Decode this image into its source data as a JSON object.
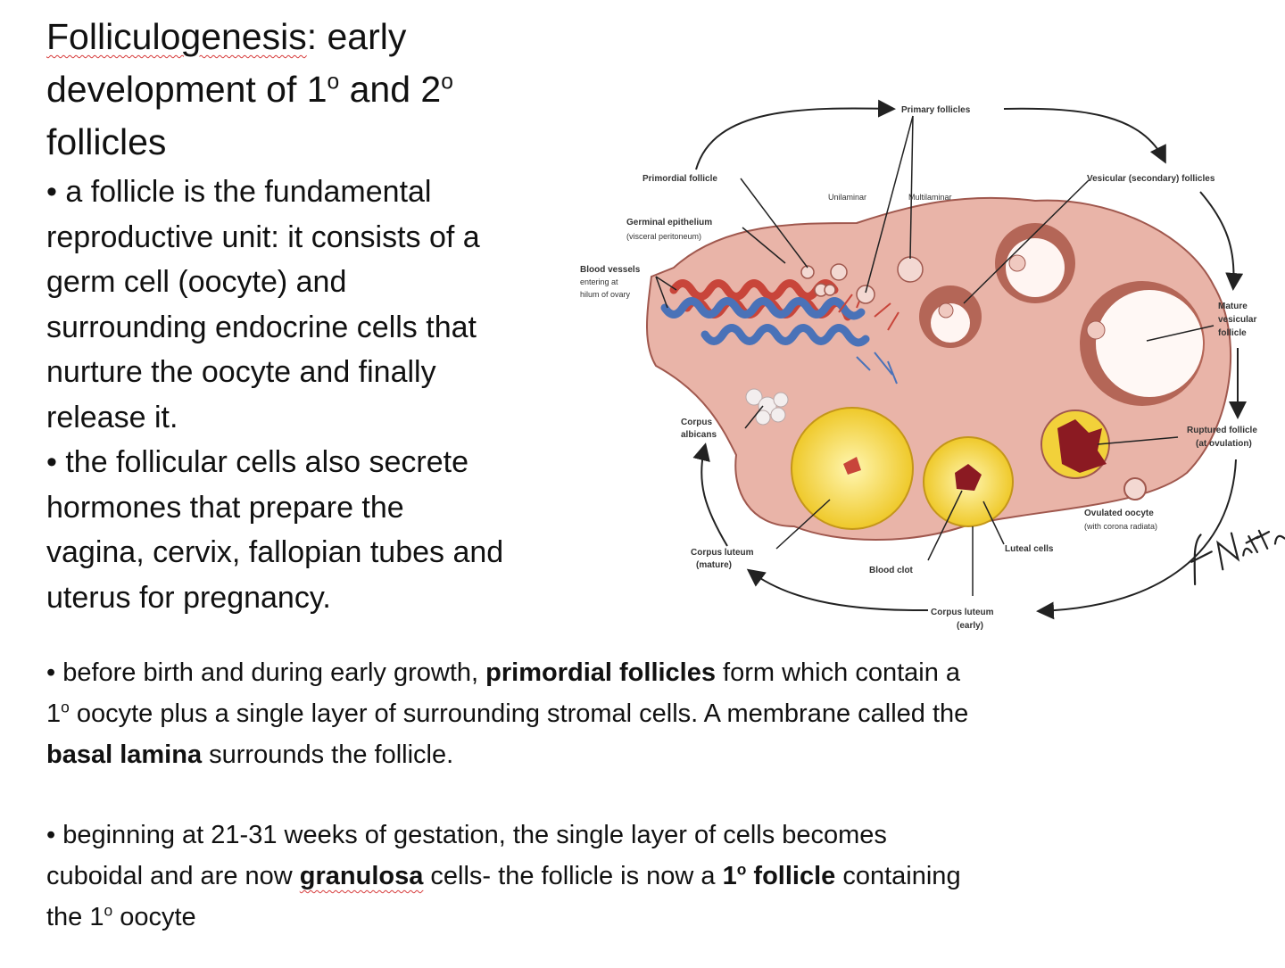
{
  "title": {
    "line1_word1": "Folliculogenesis",
    "line1_rest": ":  early",
    "line2_pre": "development of 1",
    "line2_mid": " and 2",
    "line3": "follicles",
    "degree": "o"
  },
  "left_bullets": {
    "b1": [
      "• a follicle is the fundamental",
      "reproductive unit: it consists of a",
      "germ cell (oocyte) and",
      "surrounding endocrine cells that",
      "nurture the oocyte and finally",
      "release it."
    ],
    "b2": [
      "• the follicular cells also secrete",
      "hormones that prepare the",
      "vagina, cervix, fallopian tubes and",
      "uterus for pregnancy."
    ]
  },
  "bottom_bullets": {
    "p1": {
      "l1_pre": "• before birth and during early growth, ",
      "l1_bold": "primordial follicles",
      "l1_post": " form which contain a",
      "l2_pre": "1",
      "l2_post": " oocyte plus a single layer of surrounding stromal cells. A membrane called the",
      "l3_bold": "basal lamina",
      "l3_post": " surrounds the follicle."
    },
    "p2": {
      "l1": "• beginning at 21-31 weeks of gestation, the single layer of cells becomes",
      "l2_pre": "cuboidal and are now ",
      "l2_bold": "granulosa",
      "l2_mid": " cells- the follicle is now a ",
      "l2_bold2": "1",
      "l2_bold2b": " follicle",
      "l2_post": " containing",
      "l3_pre": "the  1",
      "l3_post": " oocyte"
    }
  },
  "diagram": {
    "labels": {
      "primary_follicles": "Primary follicles",
      "primordial_follicle": "Primordial follicle",
      "unilaminar": "Unilaminar",
      "multilaminar": "Multilaminar",
      "vesicular_follicles": "Vesicular (secondary) follicles",
      "germinal_epithelium": "Germinal epithelium",
      "visceral_peritoneum": "(visceral peritoneum)",
      "blood_vessels_1": "Blood vessels",
      "blood_vessels_2": "entering at",
      "blood_vessels_3": "hilum of ovary",
      "mature_1": "Mature",
      "mature_2": "vesicular",
      "mature_3": "follicle",
      "corpus_albicans_1": "Corpus",
      "corpus_albicans_2": "albicans",
      "ruptured_1": "Ruptured follicle",
      "ruptured_2": "(at ovulation)",
      "ovulated_1": "Ovulated oocyte",
      "ovulated_2": "(with corona radiata)",
      "luteal_cells": "Luteal cells",
      "cl_mature_1": "Corpus luteum",
      "cl_mature_2": "(mature)",
      "blood_clot": "Blood clot",
      "cl_early_1": "Corpus luteum",
      "cl_early_2": "(early)",
      "signature": "F. Netter"
    },
    "colors": {
      "stroma": "#e9b4a8",
      "follicle_fill": "#f3d8d2",
      "artery": "#c8453a",
      "vein": "#4a72b8",
      "luteum": "#f2d13a",
      "clot": "#8b1a22"
    }
  }
}
